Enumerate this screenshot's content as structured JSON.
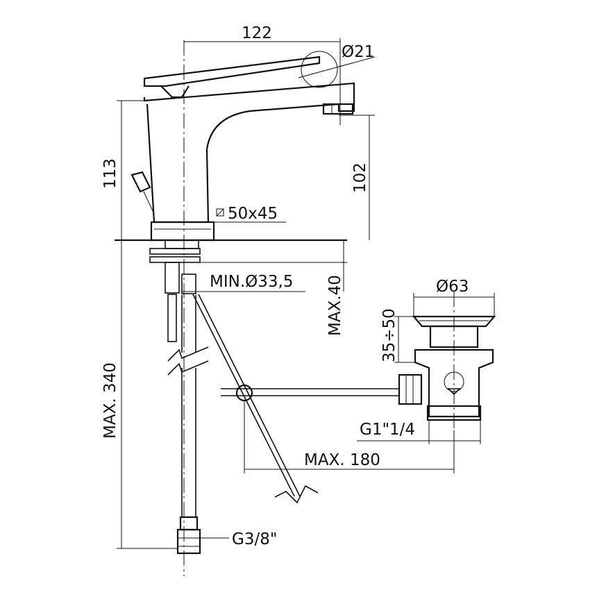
{
  "dimensions": {
    "spout_reach": "122",
    "aerator_diameter": "Ø21",
    "total_height": "113",
    "spout_height": "102",
    "base_size": "50x45",
    "min_hole_diameter": "MIN.Ø33,5",
    "max_deck_thickness": "MAX.40",
    "max_hose_length": "MAX. 340",
    "hose_connection": "G3/8\"",
    "waste_diameter": "Ø63",
    "waste_stopper_range": "35÷50",
    "waste_thread": "G1\"1/4",
    "max_rod_reach": "MAX. 180"
  }
}
